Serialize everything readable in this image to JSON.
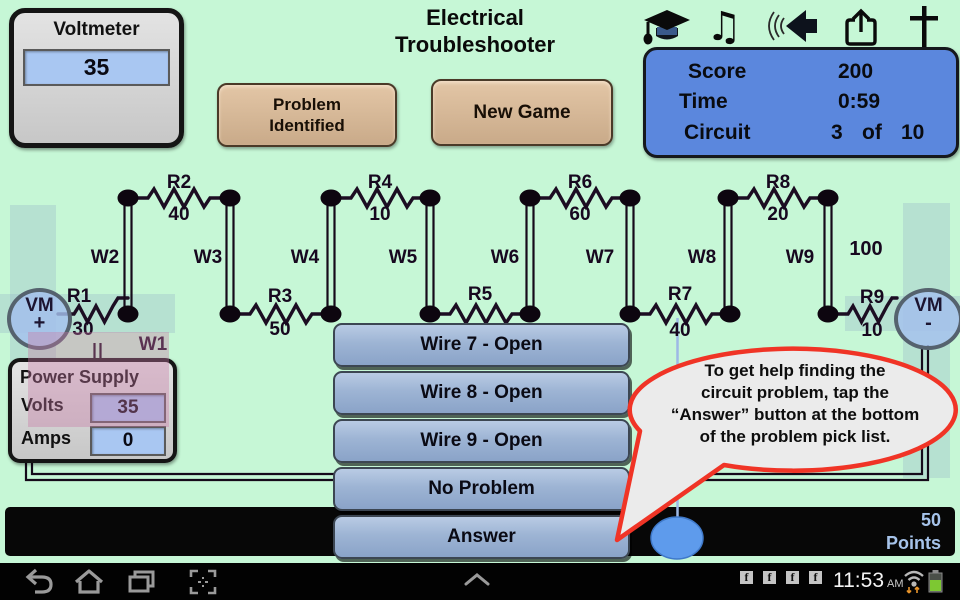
{
  "app": {
    "title_line1": "Electrical",
    "title_line2": "Troubleshooter"
  },
  "toolbar": {
    "problem_identified": "Problem Identified",
    "new_game": "New Game",
    "icons": [
      "graduation-cap",
      "music-notes",
      "speaker-volume",
      "share",
      "cross"
    ]
  },
  "voltmeter": {
    "label": "Voltmeter",
    "value": "35"
  },
  "score_panel": {
    "score_label": "Score",
    "score_value": "200",
    "time_label": "Time",
    "time_value": "0:59",
    "circuit_label": "Circuit",
    "circuit_number": "3",
    "of_label": "of",
    "circuit_total": "10"
  },
  "circuit": {
    "resistors": [
      {
        "name": "R1",
        "value": "30"
      },
      {
        "name": "R2",
        "value": "40"
      },
      {
        "name": "R3",
        "value": "50"
      },
      {
        "name": "R4",
        "value": "10"
      },
      {
        "name": "R5",
        "value": ""
      },
      {
        "name": "R6",
        "value": "60"
      },
      {
        "name": "R7",
        "value": "40"
      },
      {
        "name": "R8",
        "value": "20"
      },
      {
        "name": "R9",
        "value": "10"
      }
    ],
    "wires": [
      "W1",
      "W2",
      "W3",
      "W4",
      "W5",
      "W6",
      "W7",
      "W8",
      "W9"
    ],
    "extra_value": "100",
    "vm_plus_label": "VM",
    "vm_plus_sign": "+",
    "vm_minus_label": "VM",
    "vm_minus_sign": "-"
  },
  "power_supply": {
    "title": "Power Supply",
    "volts_label": "Volts",
    "volts_value": "35",
    "amps_label": "Amps",
    "amps_value": "0"
  },
  "pick_list": {
    "items": [
      "Wire 7 - Open",
      "Wire 8 - Open",
      "Wire 9 - Open",
      "No Problem",
      "Answer"
    ]
  },
  "tooltip": {
    "lines": [
      "To get help finding the",
      "circuit problem, tap the",
      "“Answer” button at the bottom",
      "of the problem pick list."
    ]
  },
  "points_bar": {
    "value": "50",
    "label": "Points"
  },
  "nav_bar": {
    "time": "11:53",
    "meridiem": "AM",
    "notification_icon": "f"
  },
  "colors": {
    "background": "#c6f7d6",
    "pick_button": "#9db4d4",
    "score_panel": "#5b87dd",
    "tan_button": "#d5b795",
    "bubble_border": "#f03426",
    "ball": "#5e9bec",
    "display_field": "#a9c7f2"
  }
}
